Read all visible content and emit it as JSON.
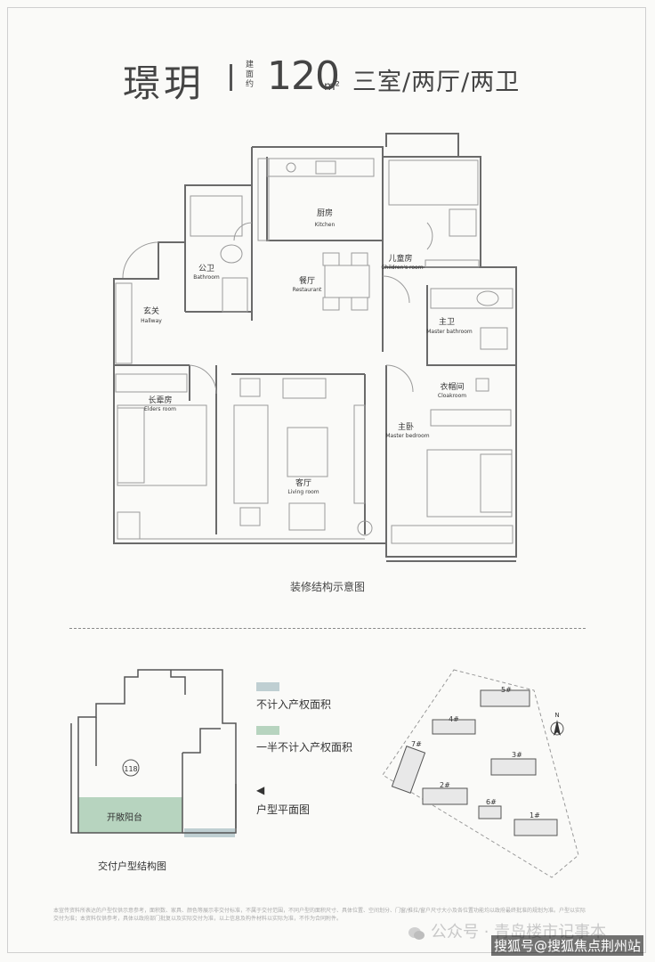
{
  "title": {
    "name": "璟玥",
    "area_label": "建面约",
    "area_value": "120",
    "area_unit": "m²",
    "layout": "三室/两厅/两卫"
  },
  "rooms": {
    "kitchen_cn": "厨房",
    "kitchen_en": "Kitchen",
    "public_bath_cn": "公卫",
    "public_bath_en": "Bathroom",
    "hallway_cn": "玄关",
    "hallway_en": "Hallway",
    "dining_cn": "餐厅",
    "dining_en": "Restaurant",
    "children_cn": "儿童房",
    "children_en": "Children's room",
    "master_bath_cn": "主卫",
    "master_bath_en": "Master bathroom",
    "cloakroom_cn": "衣帽间",
    "cloakroom_en": "Cloakroom",
    "elders_cn": "长辈房",
    "elders_en": "Elders room",
    "living_cn": "客厅",
    "living_en": "Living room",
    "master_bed_cn": "主卧",
    "master_bed_en": "Master bedroom"
  },
  "caption_decor": "装修结构示意图",
  "caption_delivery": "交付户型结构图",
  "balcony_label": "开敞阳台",
  "unit_marker": "118",
  "legend": [
    {
      "label": "不计入产权面积",
      "color": "#bfcfd2"
    },
    {
      "label": "一半不计入产权面积",
      "color": "#b7d4bf"
    },
    {
      "label": "户型平面图",
      "color": "#555555"
    }
  ],
  "site_plan": {
    "buildings": [
      "5#",
      "4#",
      "3#",
      "7#",
      "2#",
      "6#",
      "1#"
    ],
    "north": "N"
  },
  "disclaimer": "本宣传资料所表达的户型仅供示意参考，面积数、家具、颜色等展示非交付标准，不属于交付范围，不同户型的面积尺寸、具体位置、空间划分、门窗/推拉/窗户尺寸大小及各位置功能均以政府最终批准的规划为准。户型以实际交付为准；本资料仅供参考，具体以政府部门批复以及实际交付为准，以上信息及构件材料以实际为准，不作为合同附件。",
  "watermark": {
    "account": "公众号 · 青岛楼市记事本",
    "source": "搜狐号@搜狐焦点荆州站"
  }
}
